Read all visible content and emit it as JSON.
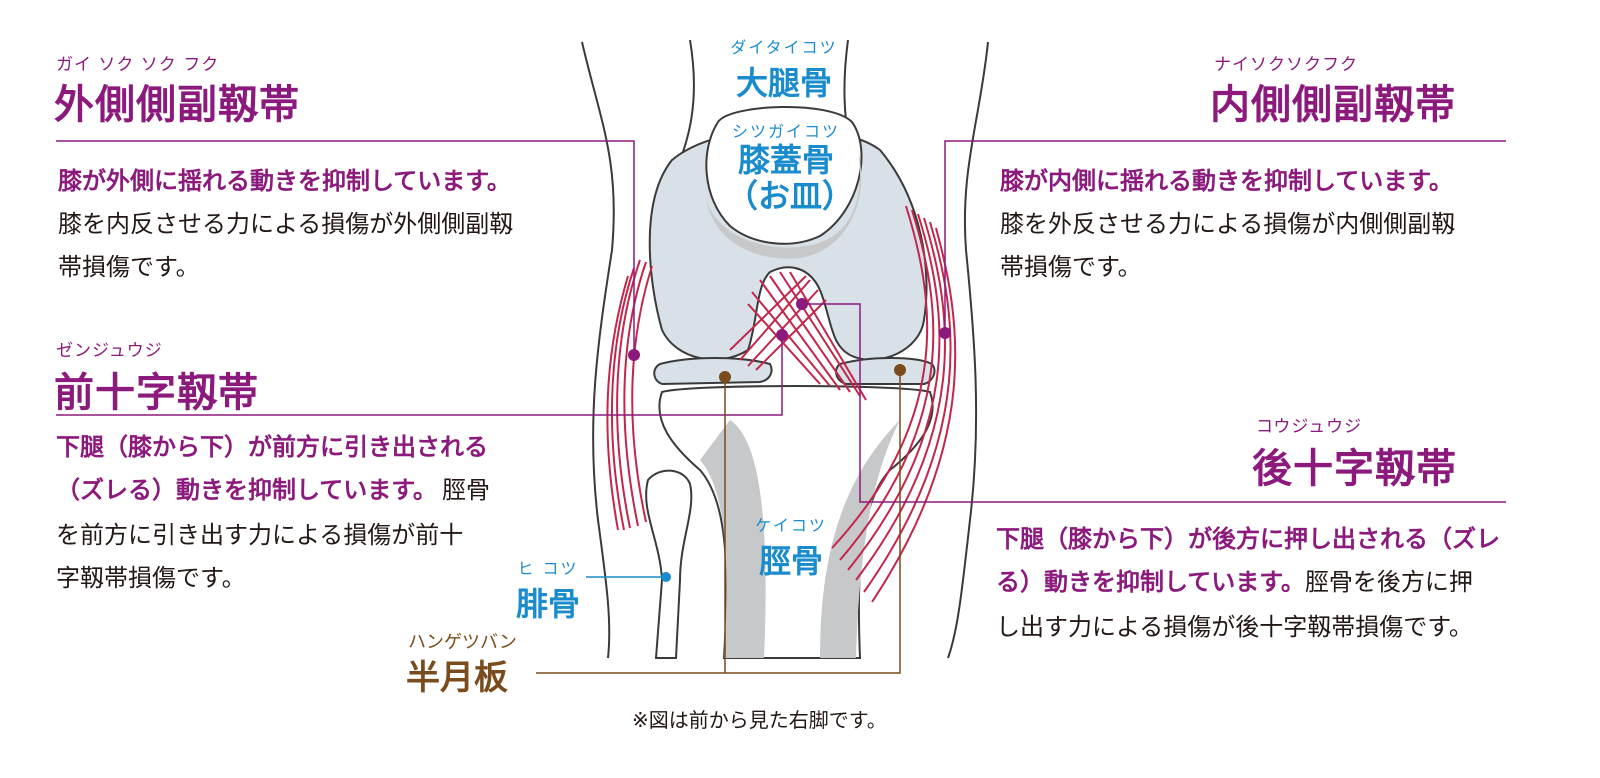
{
  "lcl": {
    "ruby": "ガイ ソク ソク フク",
    "title": "外側側副靱帯",
    "lead": "膝が外側に揺れる動きを抑制しています。",
    "body_lines": [
      "膝を内反させる力による損傷が外側側副靱",
      "帯損傷です。"
    ]
  },
  "mcl": {
    "ruby": "ナイソクソクフク",
    "title": "内側側副靱帯",
    "lead": "膝が内側に揺れる動きを抑制しています。",
    "body_lines": [
      "膝を外反させる力による損傷が内側側副靱",
      "帯損傷です。"
    ]
  },
  "acl": {
    "ruby": "ゼンジュウジ",
    "title": "前十字靱帯",
    "lead_lines": [
      "下腿（膝から下）が前方に引き出される",
      "（ズレる）動きを抑制しています。"
    ],
    "body_tail": "脛骨",
    "body_lines": [
      "を前方に引き出す力による損傷が前十",
      "字靱帯損傷です。"
    ]
  },
  "pcl": {
    "ruby": "コウジュウジ",
    "title": "後十字靱帯",
    "lead_lines": [
      "下腿（膝から下）が後方に押し出される（ズレ",
      "る）動きを抑制しています。"
    ],
    "body_tail": "脛骨を後方に押",
    "body_lines": [
      "し出す力による損傷が後十字靱帯損傷です。"
    ]
  },
  "bones": {
    "femur": {
      "ruby": "ダイタイコツ",
      "name": "大腿骨"
    },
    "patella": {
      "ruby": "シツガイコツ",
      "name_lines": [
        "膝蓋骨",
        "（お皿）"
      ]
    },
    "tibia": {
      "ruby": "ケイコツ",
      "name": "脛骨"
    },
    "fibula": {
      "ruby": "ヒ コツ",
      "name": "腓骨"
    }
  },
  "meniscus": {
    "ruby": "ハンゲツバン",
    "name": "半月板"
  },
  "note": "※図は前から見た右脚です。",
  "colors": {
    "ligament": "#8b1a7c",
    "ligament_fiber": "#c4264b",
    "bone_label": "#1a8ccd",
    "meniscus": "#7a4b1c",
    "bone_fill": "#d8e1e8",
    "outline": "#3a3a3a"
  }
}
